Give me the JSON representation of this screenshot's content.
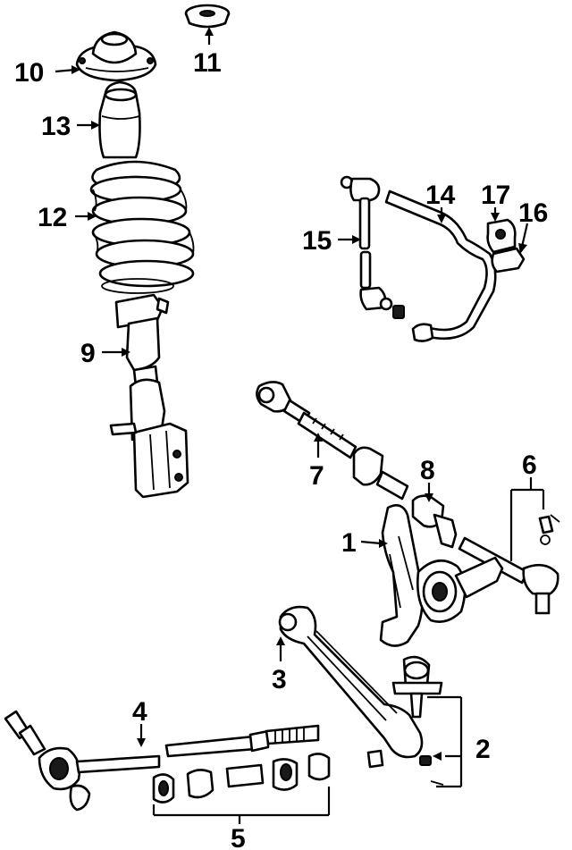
{
  "callouts": {
    "c1": "1",
    "c2": "2",
    "c3": "3",
    "c4": "4",
    "c5": "5",
    "c6": "6",
    "c7": "7",
    "c8": "8",
    "c9": "9",
    "c10": "10",
    "c11": "11",
    "c12": "12",
    "c13": "13",
    "c14": "14",
    "c15": "15",
    "c16": "16",
    "c17": "17"
  },
  "colors": {
    "ink": "#000000",
    "paper": "#ffffff"
  }
}
